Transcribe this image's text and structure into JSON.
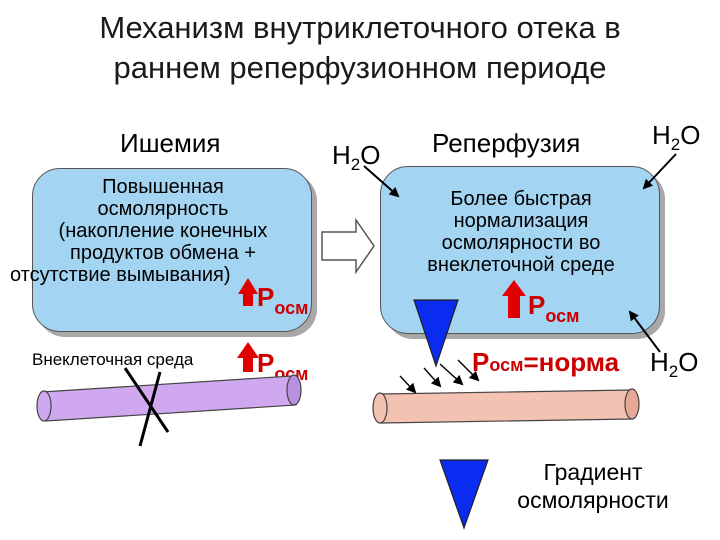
{
  "title": {
    "line1": "Механизм внутриклеточного отека в",
    "line2": "раннем реперфузионном периоде"
  },
  "left": {
    "heading": "Ишемия",
    "box_lines": [
      "Повышенная",
      "осмолярность",
      "(накопление конечных",
      "продуктов обмена        +",
      "отсутствие вымывания)"
    ],
    "p_label": "P",
    "p_sub": "осм",
    "extracellular_label": "Внеклеточная среда",
    "p2_label": "P",
    "p2_sub": "осм"
  },
  "water": {
    "h": "H",
    "sub": "2",
    "o": "O"
  },
  "right": {
    "heading": "Реперфузия",
    "box_lines": [
      "Более быстрая",
      "нормализация",
      "осмолярности во",
      "внеклеточной среде"
    ],
    "p_label": "P",
    "p_sub": "осм",
    "norm_label_p": "P",
    "norm_label_sub": "осм",
    "norm_label_rest": "=норма"
  },
  "legend": {
    "line1": "Градиент",
    "line2": "осмолярности"
  },
  "colors": {
    "box_fill": "#a3d4f2",
    "triangle": "#0a2cf0",
    "red_arrow": "#e00000",
    "vessel_left": "#cfa8ef",
    "vessel_right": "#f4c2b2"
  }
}
